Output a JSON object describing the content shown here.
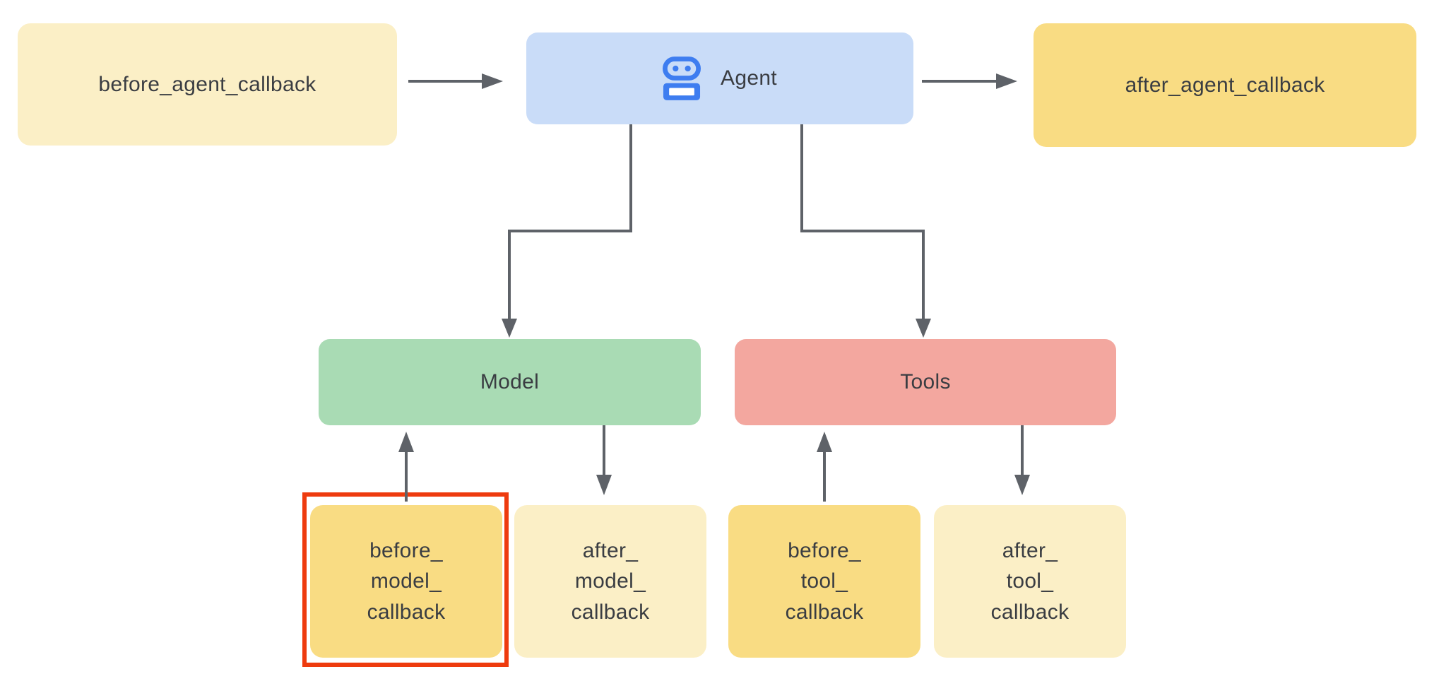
{
  "colors": {
    "background": "#ffffff",
    "cream-box": "#FBEFC6",
    "gold-box": "#F9DC83",
    "agent-blue": "#C9DCF8",
    "model-green": "#A9DBB4",
    "tools-salmon": "#F3A79F",
    "robot-blue": "#3E7DF0",
    "arrow-gray": "#5E6268",
    "label-text": "#3A3D42",
    "highlight-red": "#EE3B0E"
  },
  "nodes": {
    "before_agent_callback": {
      "label": "before_agent_callback",
      "color": "cream-box"
    },
    "agent": {
      "label": "Agent",
      "icon": "robot-icon",
      "color": "agent-blue"
    },
    "after_agent_callback": {
      "label": "after_agent_callback",
      "color": "gold-box"
    },
    "model": {
      "label": "Model",
      "color": "model-green"
    },
    "tools": {
      "label": "Tools",
      "color": "tools-salmon"
    },
    "before_model_callback": {
      "label": "before_\nmodel_\ncallback",
      "color": "gold-box",
      "highlighted": true
    },
    "after_model_callback": {
      "label": "after_\nmodel_\ncallback",
      "color": "cream-box"
    },
    "before_tool_callback": {
      "label": "before_\ntool_\ncallback",
      "color": "gold-box"
    },
    "after_tool_callback": {
      "label": "after_\ntool_\ncallback",
      "color": "cream-box"
    }
  },
  "highlight": {
    "node": "before_model_callback"
  },
  "edges": [
    {
      "from": "before_agent_callback",
      "to": "agent"
    },
    {
      "from": "agent",
      "to": "after_agent_callback"
    },
    {
      "from": "agent",
      "to": "model"
    },
    {
      "from": "agent",
      "to": "tools"
    },
    {
      "from": "before_model_callback",
      "to": "model"
    },
    {
      "from": "model",
      "to": "after_model_callback"
    },
    {
      "from": "before_tool_callback",
      "to": "tools"
    },
    {
      "from": "tools",
      "to": "after_tool_callback"
    }
  ]
}
